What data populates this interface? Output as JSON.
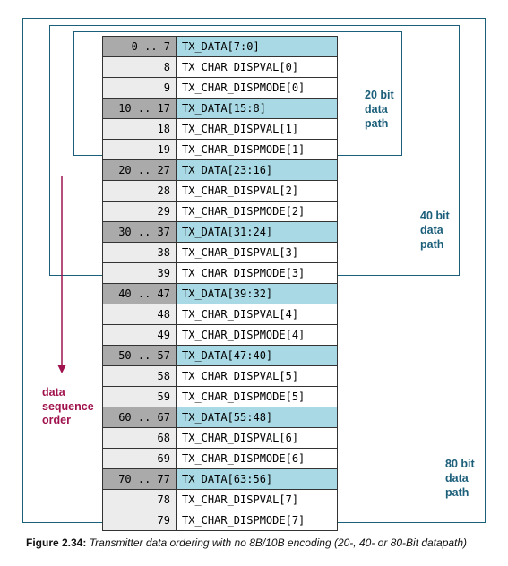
{
  "paths": {
    "p20": [
      "20 bit",
      "data",
      "path"
    ],
    "p40": [
      "40 bit",
      "data",
      "path"
    ],
    "p80": [
      "80 bit",
      "data",
      "path"
    ]
  },
  "order_label": [
    "data",
    "sequence",
    "order"
  ],
  "rows": [
    {
      "index": "0 .. 7",
      "signal": "TX_DATA[7:0]",
      "kind": "data"
    },
    {
      "index": "8",
      "signal": "TX_CHAR_DISPVAL[0]",
      "kind": "ctrl"
    },
    {
      "index": "9",
      "signal": "TX_CHAR_DISPMODE[0]",
      "kind": "ctrl"
    },
    {
      "index": "10 .. 17",
      "signal": "TX_DATA[15:8]",
      "kind": "data"
    },
    {
      "index": "18",
      "signal": "TX_CHAR_DISPVAL[1]",
      "kind": "ctrl"
    },
    {
      "index": "19",
      "signal": "TX_CHAR_DISPMODE[1]",
      "kind": "ctrl"
    },
    {
      "index": "20 .. 27",
      "signal": "TX_DATA[23:16]",
      "kind": "data"
    },
    {
      "index": "28",
      "signal": "TX_CHAR_DISPVAL[2]",
      "kind": "ctrl"
    },
    {
      "index": "29",
      "signal": "TX_CHAR_DISPMODE[2]",
      "kind": "ctrl"
    },
    {
      "index": "30 .. 37",
      "signal": "TX_DATA[31:24]",
      "kind": "data"
    },
    {
      "index": "38",
      "signal": "TX_CHAR_DISPVAL[3]",
      "kind": "ctrl"
    },
    {
      "index": "39",
      "signal": "TX_CHAR_DISPMODE[3]",
      "kind": "ctrl"
    },
    {
      "index": "40 .. 47",
      "signal": "TX_DATA[39:32]",
      "kind": "data"
    },
    {
      "index": "48",
      "signal": "TX_CHAR_DISPVAL[4]",
      "kind": "ctrl"
    },
    {
      "index": "49",
      "signal": "TX_CHAR_DISPMODE[4]",
      "kind": "ctrl"
    },
    {
      "index": "50 .. 57",
      "signal": "TX_DATA[47:40]",
      "kind": "data"
    },
    {
      "index": "58",
      "signal": "TX_CHAR_DISPVAL[5]",
      "kind": "ctrl"
    },
    {
      "index": "59",
      "signal": "TX_CHAR_DISPMODE[5]",
      "kind": "ctrl"
    },
    {
      "index": "60 .. 67",
      "signal": "TX_DATA[55:48]",
      "kind": "data"
    },
    {
      "index": "68",
      "signal": "TX_CHAR_DISPVAL[6]",
      "kind": "ctrl"
    },
    {
      "index": "69",
      "signal": "TX_CHAR_DISPMODE[6]",
      "kind": "ctrl"
    },
    {
      "index": "70 .. 77",
      "signal": "TX_DATA[63:56]",
      "kind": "data"
    },
    {
      "index": "78",
      "signal": "TX_CHAR_DISPVAL[7]",
      "kind": "ctrl"
    },
    {
      "index": "79",
      "signal": "TX_CHAR_DISPMODE[7]",
      "kind": "ctrl"
    }
  ],
  "caption": {
    "label": "Figure 2.34:",
    "text": "Transmitter data ordering with no 8B/10B encoding (20-, 40- or 80-Bit datapath)"
  },
  "colors": {
    "path_box": "#1c5f7a",
    "data_row_signal": "#a8d9e4",
    "data_row_index": "#aaaaaa",
    "ctrl_row_index": "#ececec",
    "order_arrow": "#a0134e"
  }
}
